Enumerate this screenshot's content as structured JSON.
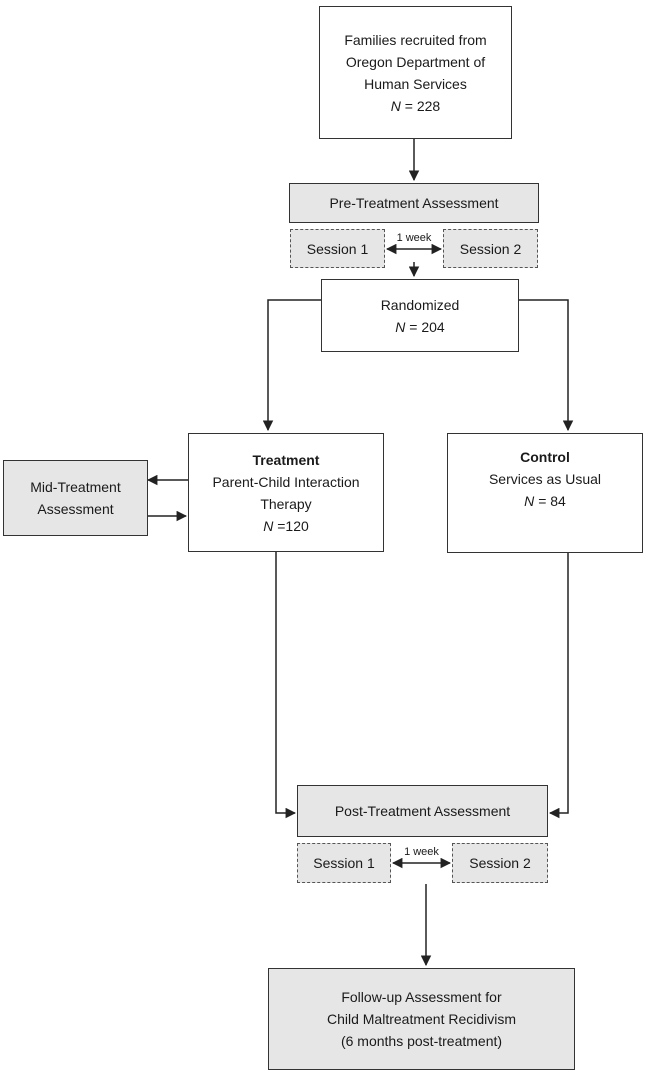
{
  "recruited": {
    "lines": [
      "Families recruited from",
      "Oregon Department of",
      "Human Services"
    ],
    "n_label": "N",
    "n_value": "= 228"
  },
  "pre_treatment": {
    "label": "Pre-Treatment Assessment",
    "session1": "Session 1",
    "session2": "Session 2",
    "interval": "1 week"
  },
  "randomized": {
    "label": "Randomized",
    "n_label": "N",
    "n_value": "= 204"
  },
  "treatment": {
    "title": "Treatment",
    "lines": [
      "Parent-Child Interaction",
      "Therapy"
    ],
    "n_label": "N",
    "n_value": "=120"
  },
  "control": {
    "title": "Control",
    "lines": [
      "Services as Usual"
    ],
    "n_label": "N",
    "n_value": "= 84"
  },
  "mid_treatment": {
    "lines": [
      "Mid-Treatment",
      "Assessment"
    ]
  },
  "post_treatment": {
    "label": "Post-Treatment Assessment",
    "session1": "Session 1",
    "session2": "Session 2",
    "interval": "1 week"
  },
  "follow_up": {
    "lines": [
      "Follow-up Assessment for",
      "Child Maltreatment Recidivism",
      "(6 months post-treatment)"
    ]
  }
}
